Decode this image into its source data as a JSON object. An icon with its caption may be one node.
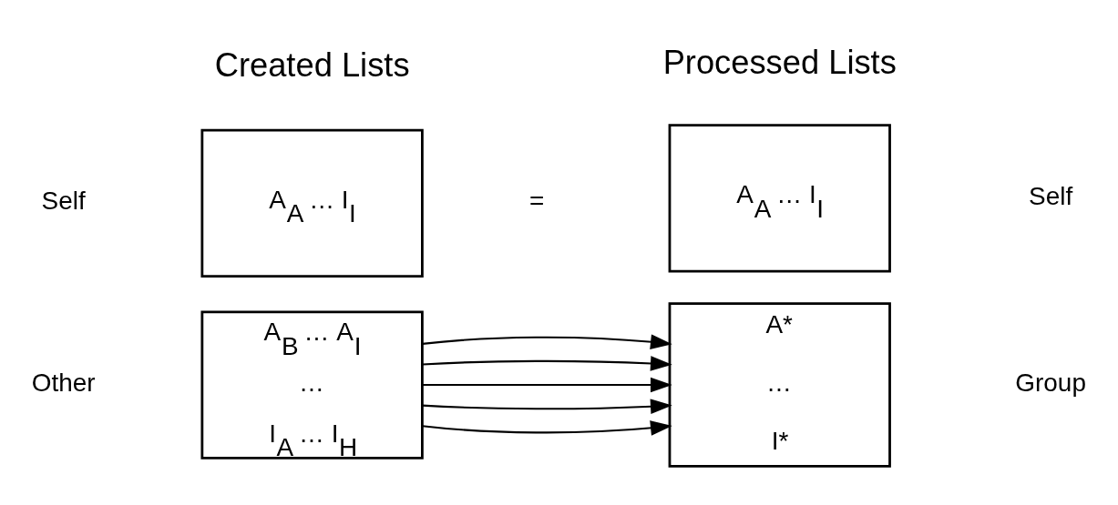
{
  "diagram": {
    "nodes": [
      {
        "text": [
          "A$_{A}$ … I$_{I}$"
        ]
      },
      {
        "text": [
          "A$_{B}$ … A$_{I}$",
          "…",
          "I$_{A}$ … I$_{H}$"
        ]
      },
      {
        "text": [
          "A$_{A}$ … I$_{I}$"
        ]
      },
      {
        "text": [
          "A*",
          "…",
          "I*"
        ]
      }
    ],
    "edges": [
      {
        "from": 1,
        "to": 3,
        "arrow": "to"
      },
      {
        "from": 1,
        "to": 3,
        "arrow": "to"
      },
      {
        "from": 1,
        "to": 3,
        "arrow": "to"
      },
      {
        "from": 1,
        "to": 3,
        "arrow": "to"
      },
      {
        "from": 1,
        "to": 3,
        "arrow": "to"
      }
    ],
    "labels": [
      "Created Lists",
      "Processed Lists",
      "Self",
      "=",
      "Self",
      "Other",
      "Group"
    ]
  }
}
